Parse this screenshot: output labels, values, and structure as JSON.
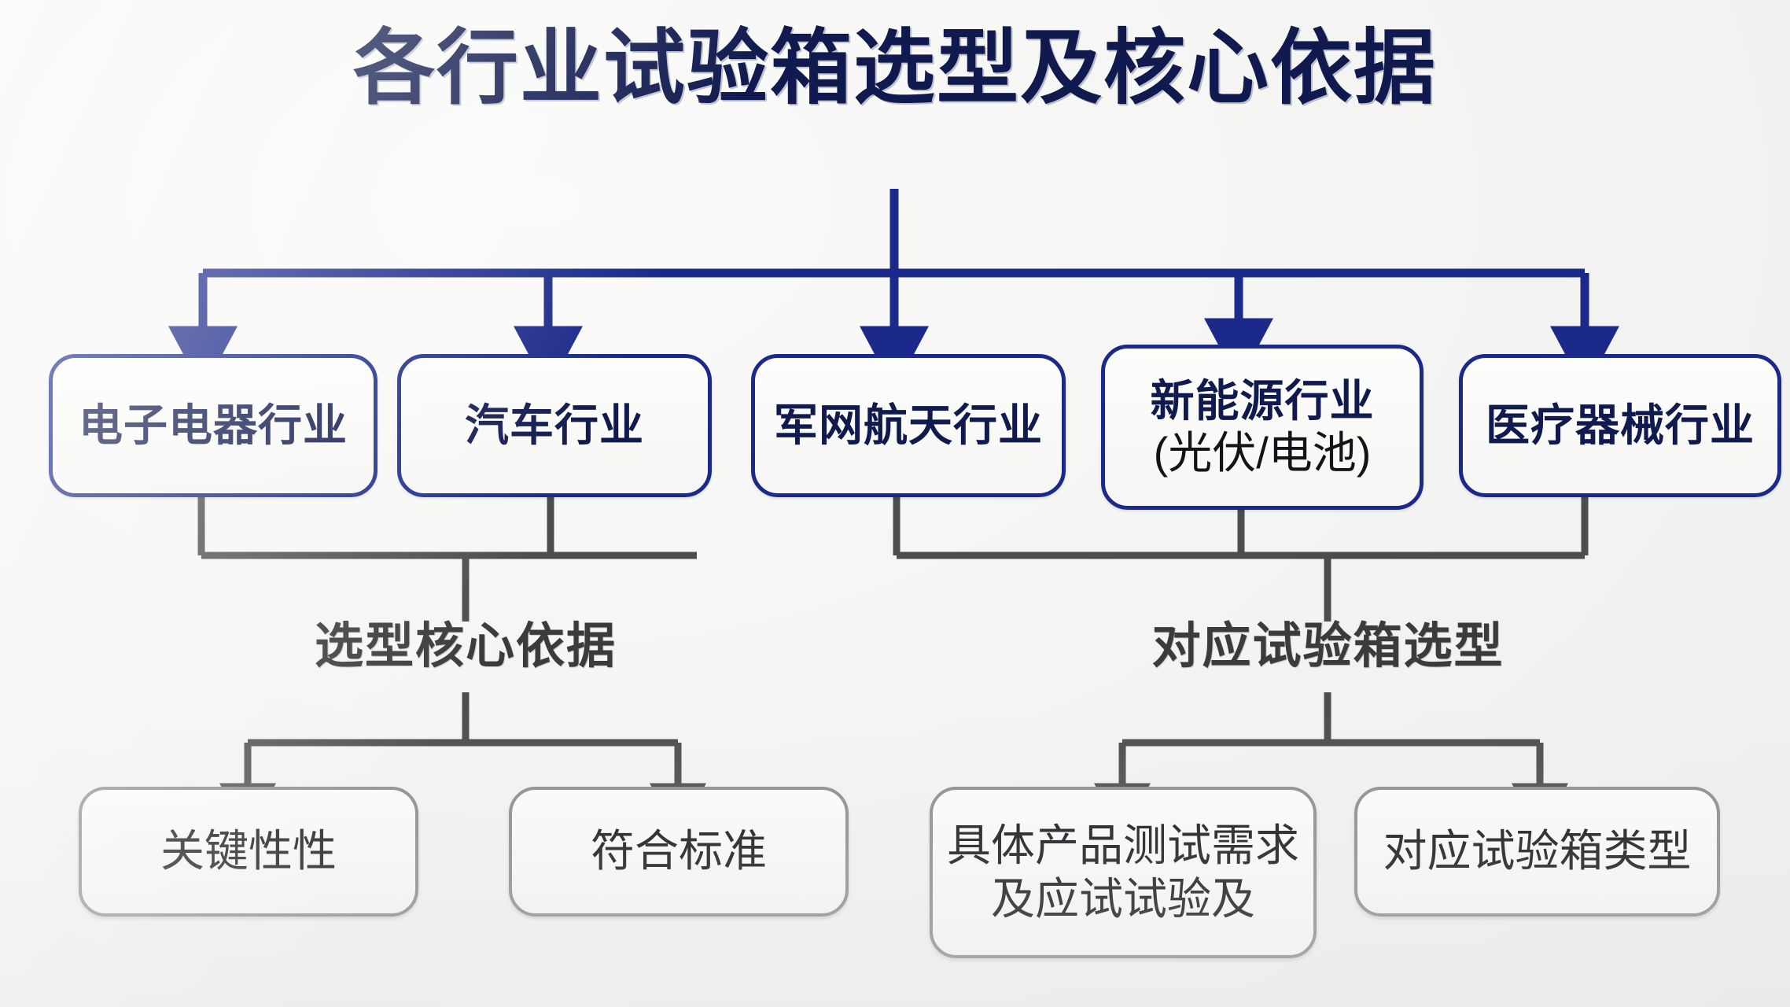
{
  "title": "各行业试验箱选型及核心依据",
  "colors": {
    "navy": "#1b2a8a",
    "title_navy": "#101a4e",
    "gray_line": "#4d4d4d",
    "gray_border": "#8d8d8d",
    "background": "#f4f4f2",
    "box_fill": "#fbfbfa"
  },
  "industries": [
    {
      "label": "电子电器行业",
      "sub": ""
    },
    {
      "label": "汽车行业",
      "sub": ""
    },
    {
      "label": "军网航天行业",
      "sub": ""
    },
    {
      "label": "新能源行业",
      "sub": "(光伏/电池)"
    },
    {
      "label": "医疗器械行业",
      "sub": ""
    }
  ],
  "groups": [
    {
      "label": "选型核心依据"
    },
    {
      "label": "对应试验箱选型"
    }
  ],
  "leaves": [
    {
      "line1": "关键性性",
      "line2": ""
    },
    {
      "line1": "符合标准",
      "line2": ""
    },
    {
      "line1": "具体产品测试需求",
      "line2": "及应试试验及"
    },
    {
      "line1": "对应试验箱类型",
      "line2": ""
    }
  ]
}
